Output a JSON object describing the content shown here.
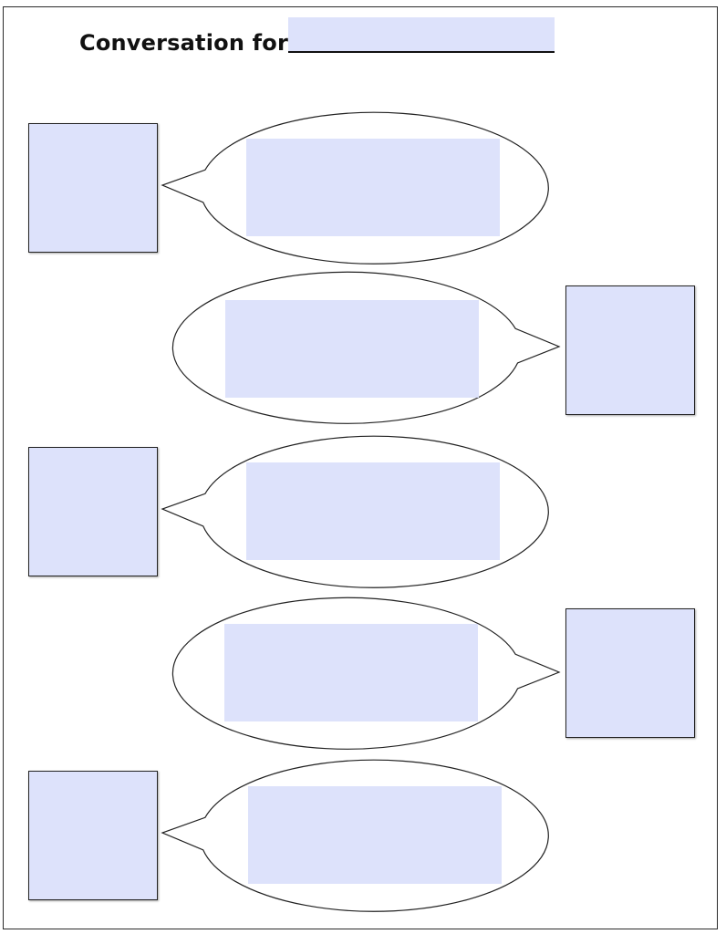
{
  "header": {
    "title": "Conversation for",
    "name_value": ""
  },
  "colors": {
    "field_fill": "#dde2fb",
    "outline": "#222222"
  },
  "conversation": [
    {
      "speaker_side": "left",
      "text_value": ""
    },
    {
      "speaker_side": "right",
      "text_value": ""
    },
    {
      "speaker_side": "left",
      "text_value": ""
    },
    {
      "speaker_side": "right",
      "text_value": ""
    },
    {
      "speaker_side": "left",
      "text_value": ""
    }
  ]
}
